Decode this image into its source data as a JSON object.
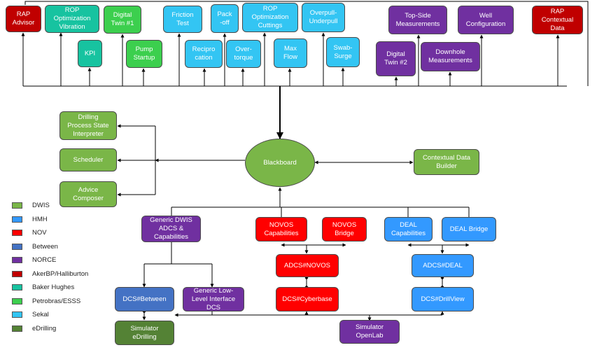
{
  "colors": {
    "DWIS": "#7ab648",
    "HMH": "#3399ff",
    "NOV": "#ff0000",
    "Between": "#4472c4",
    "NORCE": "#7030a0",
    "AkerBP/Halliburton": "#c00000",
    "Baker Hughes": "#17c3a0",
    "Petrobras/ESSS": "#3ccf4e",
    "Sekal": "#33c5f3",
    "eDrilling": "#548235"
  },
  "nodes": {
    "rap_advisor": {
      "label": "RAP\nAdvisor",
      "org": "AkerBP/Halliburton"
    },
    "rop_vibration": {
      "label": "ROP\nOptimization\nVibration",
      "org": "Baker Hughes"
    },
    "kpi": {
      "label": "KPI",
      "org": "Baker Hughes"
    },
    "digital_twin_1": {
      "label": "Digital\nTwin #1",
      "org": "Petrobras/ESSS"
    },
    "pump_startup": {
      "label": "Pump\nStartup",
      "org": "Petrobras/ESSS"
    },
    "friction_test": {
      "label": "Friction\nTest",
      "org": "Sekal"
    },
    "reciprocation": {
      "label": "Recipro\ncation",
      "org": "Sekal"
    },
    "pack_off": {
      "label": "Pack\n-off",
      "org": "Sekal"
    },
    "over_torque": {
      "label": "Over-\ntorque",
      "org": "Sekal"
    },
    "rop_cuttings": {
      "label": "ROP\nOptimization\nCuttings",
      "org": "Sekal"
    },
    "max_flow": {
      "label": "Max\nFlow",
      "org": "Sekal"
    },
    "overpull_underpull": {
      "label": "Overpull-\nUnderpull",
      "org": "Sekal"
    },
    "swab_surge": {
      "label": "Swab-\nSurge",
      "org": "Sekal"
    },
    "digital_twin_2": {
      "label": "Digital\nTwin #2",
      "org": "NORCE"
    },
    "top_side": {
      "label": "Top-Side\nMeasurements",
      "org": "NORCE"
    },
    "downhole": {
      "label": "Downhole\nMeasurements",
      "org": "NORCE"
    },
    "well_config": {
      "label": "Well\nConfiguration",
      "org": "NORCE"
    },
    "rap_contextual": {
      "label": "RAP\nContextual\nData",
      "org": "AkerBP/Halliburton"
    },
    "dpsi": {
      "label": "Drilling\nProcess State\nInterpreter",
      "org": "DWIS"
    },
    "scheduler": {
      "label": "Scheduler",
      "org": "DWIS"
    },
    "advice_composer": {
      "label": "Advice\nComposer",
      "org": "DWIS"
    },
    "blackboard": {
      "label": "Blackboard",
      "org": "DWIS"
    },
    "contextual_builder": {
      "label": "Contextual Data\nBuilder",
      "org": "DWIS"
    },
    "generic_dwis": {
      "label": "Generic DWIS\nADCS &\nCapabilities",
      "org": "NORCE"
    },
    "novos_capabilities": {
      "label": "NOVOS\nCapabilities",
      "org": "NOV"
    },
    "novos_bridge": {
      "label": "NOVOS\nBridge",
      "org": "NOV"
    },
    "deal_capabilities": {
      "label": "DEAL\nCapabilities",
      "org": "HMH"
    },
    "deal_bridge": {
      "label": "DEAL Bridge",
      "org": "HMH"
    },
    "adcs_novos": {
      "label": "ADCS#NOVOS",
      "org": "NOV"
    },
    "adcs_deal": {
      "label": "ADCS#DEAL",
      "org": "HMH"
    },
    "dcs_between": {
      "label": "DCS#Between",
      "org": "Between"
    },
    "generic_low_level": {
      "label": "Generic Low-\nLevel Interface\nDCS",
      "org": "NORCE"
    },
    "dcs_cyberbase": {
      "label": "DCS#Cyberbase",
      "org": "NOV"
    },
    "dcs_drillview": {
      "label": "DCS#DrillView",
      "org": "HMH"
    },
    "sim_edrilling": {
      "label": "Simulator\neDrilling",
      "org": "eDrilling"
    },
    "sim_openlab": {
      "label": "Simulator\nOpenLab",
      "org": "NORCE"
    }
  },
  "legend": [
    {
      "label": "DWIS"
    },
    {
      "label": "HMH"
    },
    {
      "label": "NOV"
    },
    {
      "label": "Between"
    },
    {
      "label": "NORCE"
    },
    {
      "label": "AkerBP/Halliburton"
    },
    {
      "label": "Baker Hughes"
    },
    {
      "label": "Petrobras/ESSS"
    },
    {
      "label": "Sekal"
    },
    {
      "label": "eDrilling"
    }
  ]
}
